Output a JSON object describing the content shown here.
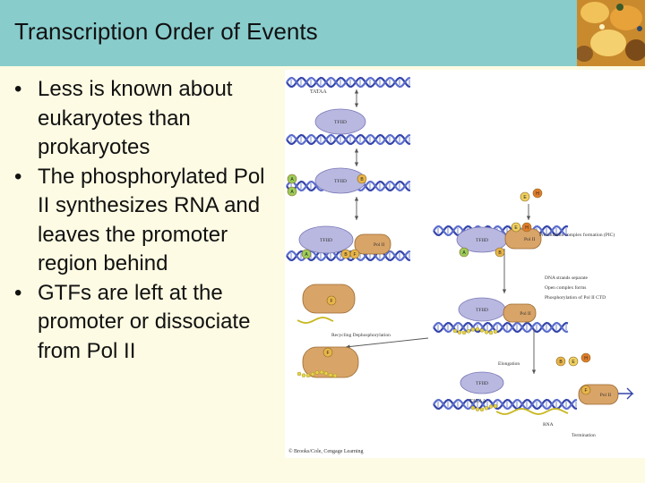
{
  "slide": {
    "title": "Transcription Order of Events",
    "bullets": [
      "Less is known about eukaryotes than prokaryotes",
      "The phosphorylated Pol II synthesizes RNA and leaves the promoter region behind",
      "GTFs are left at the promoter or dissociate from Pol II"
    ]
  },
  "figure": {
    "tata_label": "TATAA",
    "tfiid_label": "TFIID",
    "polii_label": "Pol II",
    "factor_letters": [
      "A",
      "B",
      "F",
      "E",
      "H"
    ],
    "pic_label": "Preinitiation complex formation (PIC)",
    "annotations": [
      "DNA strands separate",
      "Open complex forms",
      "Phosphorylation of Pol II CTD"
    ],
    "recycling_label": "Recycling Dephosphorylation",
    "elongation_label": "Elongation",
    "rna_label": "RNA",
    "termination_label": "Termination",
    "copyright": "© Brooks/Cole, Cengage Learning"
  },
  "colors": {
    "title_bar": "#88cccc",
    "background": "#fdfbe3",
    "dna": "#3344aa",
    "tfiid": "#b9b8e0",
    "pol_ii": "#d9a468",
    "rna": "#c8b820"
  }
}
